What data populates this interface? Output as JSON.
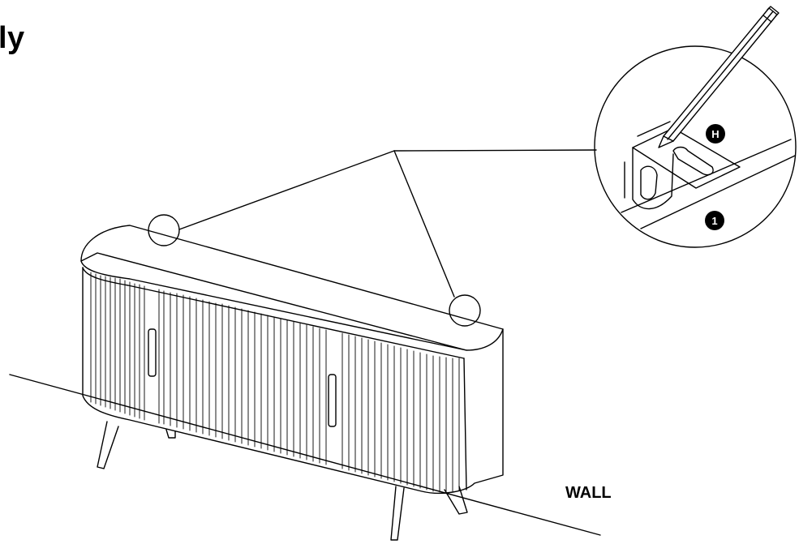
{
  "heading": {
    "text": "ly"
  },
  "labels": {
    "wall": "WALL"
  },
  "detail": {
    "part_badge": "H",
    "step_badge": "1",
    "tool_icon": "pencil-icon"
  },
  "colors": {
    "line": "#000000",
    "background": "#ffffff",
    "badge": "#000000"
  }
}
